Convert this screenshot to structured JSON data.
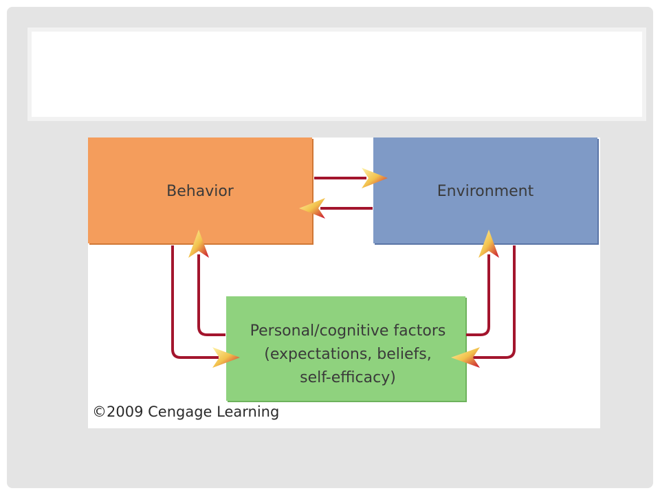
{
  "slide": {
    "title": ""
  },
  "diagram": {
    "nodes": {
      "behavior": {
        "label": "Behavior",
        "fill": "#f49d5c"
      },
      "environment": {
        "label": "Environment",
        "fill": "#7f9ac6"
      },
      "personal": {
        "lines": [
          "Personal/cognitive factors",
          "(expectations, beliefs,",
          "self-efficacy)"
        ],
        "fill": "#8fd27e"
      }
    },
    "edges": [
      {
        "from": "behavior",
        "to": "environment"
      },
      {
        "from": "environment",
        "to": "behavior"
      },
      {
        "from": "behavior",
        "to": "personal"
      },
      {
        "from": "personal",
        "to": "behavior"
      },
      {
        "from": "environment",
        "to": "personal"
      },
      {
        "from": "personal",
        "to": "environment"
      }
    ],
    "arrow_color": "#a3152d",
    "credit": "©2009 Cengage Learning"
  }
}
